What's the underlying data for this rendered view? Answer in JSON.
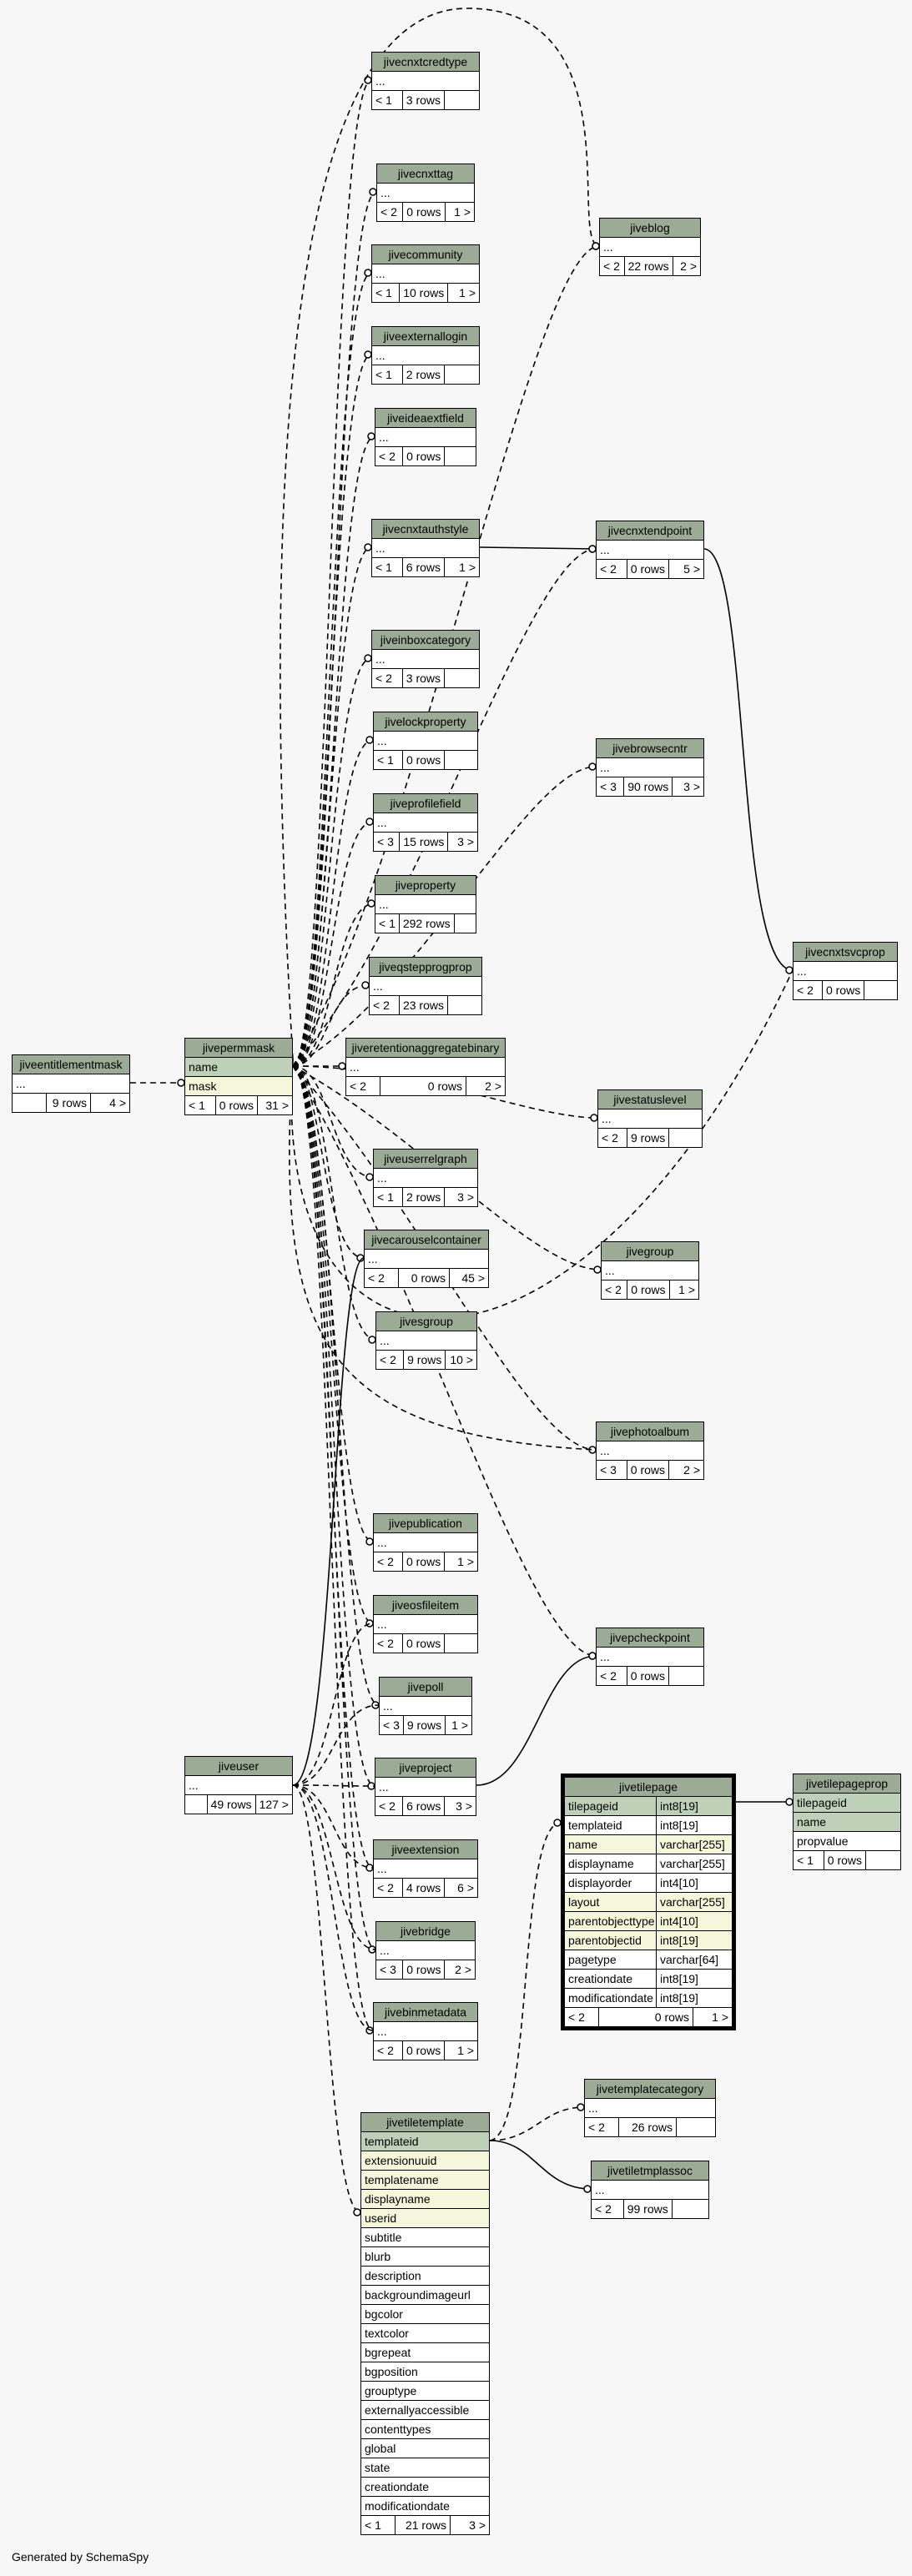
{
  "footer": "Generated by SchemaSpy",
  "tables": [
    {
      "id": "jivecnxtcredtype",
      "title": "jivecnxtcredtype",
      "rows": [
        [
          "..."
        ]
      ],
      "foot": [
        "< 1",
        "3 rows",
        ""
      ]
    },
    {
      "id": "jivecnxttag",
      "title": "jivecnxttag",
      "rows": [
        [
          "..."
        ]
      ],
      "foot": [
        "< 2",
        "0 rows",
        "1 >"
      ]
    },
    {
      "id": "jivecommunity",
      "title": "jivecommunity",
      "rows": [
        [
          "..."
        ]
      ],
      "foot": [
        "< 1",
        "10 rows",
        "1 >"
      ]
    },
    {
      "id": "jiveexternallogin",
      "title": "jiveexternallogin",
      "rows": [
        [
          "..."
        ]
      ],
      "foot": [
        "< 1",
        "2 rows",
        ""
      ]
    },
    {
      "id": "jiveideaextfield",
      "title": "jiveideaextfield",
      "rows": [
        [
          "..."
        ]
      ],
      "foot": [
        "< 2",
        "0 rows",
        ""
      ]
    },
    {
      "id": "jivecnxtauthstyle",
      "title": "jivecnxtauthstyle",
      "rows": [
        [
          "..."
        ]
      ],
      "foot": [
        "< 1",
        "6 rows",
        "1 >"
      ]
    },
    {
      "id": "jiveinboxcategory",
      "title": "jiveinboxcategory",
      "rows": [
        [
          "..."
        ]
      ],
      "foot": [
        "< 2",
        "3 rows",
        ""
      ]
    },
    {
      "id": "jivelockproperty",
      "title": "jivelockproperty",
      "rows": [
        [
          "..."
        ]
      ],
      "foot": [
        "< 1",
        "0 rows",
        ""
      ]
    },
    {
      "id": "jiveprofilefield",
      "title": "jiveprofilefield",
      "rows": [
        [
          "..."
        ]
      ],
      "foot": [
        "< 3",
        "15 rows",
        "3 >"
      ]
    },
    {
      "id": "jiveproperty",
      "title": "jiveproperty",
      "rows": [
        [
          "..."
        ]
      ],
      "foot": [
        "< 1",
        "292 rows",
        ""
      ]
    },
    {
      "id": "jiveqstepprogprop",
      "title": "jiveqstepprogprop",
      "rows": [
        [
          "..."
        ]
      ],
      "foot": [
        "< 2",
        "23 rows",
        ""
      ]
    },
    {
      "id": "jiveretentionaggregatebinary",
      "title": "jiveretentionaggregatebinary",
      "rows": [
        [
          "..."
        ]
      ],
      "foot": [
        "< 2",
        "0 rows",
        "2 >"
      ]
    },
    {
      "id": "jiveuserrelgraph",
      "title": "jiveuserrelgraph",
      "rows": [
        [
          "..."
        ]
      ],
      "foot": [
        "< 1",
        "2 rows",
        "3 >"
      ]
    },
    {
      "id": "jivecarouselcontainer",
      "title": "jivecarouselcontainer",
      "rows": [
        [
          "..."
        ]
      ],
      "foot": [
        "< 2",
        "0 rows",
        "45 >"
      ]
    },
    {
      "id": "jivesgroup",
      "title": "jivesgroup",
      "rows": [
        [
          "..."
        ]
      ],
      "foot": [
        "< 2",
        "9 rows",
        "10 >"
      ]
    },
    {
      "id": "jivepublication",
      "title": "jivepublication",
      "rows": [
        [
          "..."
        ]
      ],
      "foot": [
        "< 2",
        "0 rows",
        "1 >"
      ]
    },
    {
      "id": "jiveosfileitem",
      "title": "jiveosfileitem",
      "rows": [
        [
          "..."
        ]
      ],
      "foot": [
        "< 2",
        "0 rows",
        ""
      ]
    },
    {
      "id": "jivepoll",
      "title": "jivepoll",
      "rows": [
        [
          "..."
        ]
      ],
      "foot": [
        "< 3",
        "9 rows",
        "1 >"
      ]
    },
    {
      "id": "jiveproject",
      "title": "jiveproject",
      "rows": [
        [
          "..."
        ]
      ],
      "foot": [
        "< 2",
        "6 rows",
        "3 >"
      ]
    },
    {
      "id": "jiveextension",
      "title": "jiveextension",
      "rows": [
        [
          "..."
        ]
      ],
      "foot": [
        "< 2",
        "4 rows",
        "6 >"
      ]
    },
    {
      "id": "jivebridge",
      "title": "jivebridge",
      "rows": [
        [
          "..."
        ]
      ],
      "foot": [
        "< 3",
        "0 rows",
        "2 >"
      ]
    },
    {
      "id": "jivebinmetadata",
      "title": "jivebinmetadata",
      "rows": [
        [
          "..."
        ]
      ],
      "foot": [
        "< 2",
        "0 rows",
        "1 >"
      ]
    },
    {
      "id": "jiveblog",
      "title": "jiveblog",
      "rows": [
        [
          "..."
        ]
      ],
      "foot": [
        "< 2",
        "22 rows",
        "2 >"
      ]
    },
    {
      "id": "jivecnxtendpoint",
      "title": "jivecnxtendpoint",
      "rows": [
        [
          "..."
        ]
      ],
      "foot": [
        "< 2",
        "0 rows",
        "5 >"
      ]
    },
    {
      "id": "jivebrowsecntr",
      "title": "jivebrowsecntr",
      "rows": [
        [
          "..."
        ]
      ],
      "foot": [
        "< 3",
        "90 rows",
        "3 >"
      ]
    },
    {
      "id": "jivestatuslevel",
      "title": "jivestatuslevel",
      "rows": [
        [
          "..."
        ]
      ],
      "foot": [
        "< 2",
        "9 rows",
        ""
      ]
    },
    {
      "id": "jivegroup",
      "title": "jivegroup",
      "rows": [
        [
          "..."
        ]
      ],
      "foot": [
        "< 2",
        "0 rows",
        "1 >"
      ]
    },
    {
      "id": "jivephotoalbum",
      "title": "jivephotoalbum",
      "rows": [
        [
          "..."
        ]
      ],
      "foot": [
        "< 3",
        "0 rows",
        "2 >"
      ]
    },
    {
      "id": "jivepcheckpoint",
      "title": "jivepcheckpoint",
      "rows": [
        [
          "..."
        ]
      ],
      "foot": [
        "< 2",
        "0 rows",
        ""
      ]
    },
    {
      "id": "jivecnxtsvcprop",
      "title": "jivecnxtsvcprop",
      "rows": [
        [
          "..."
        ]
      ],
      "foot": [
        "< 2",
        "0 rows",
        ""
      ]
    },
    {
      "id": "jiveentitlementmask",
      "title": "jiveentitlementmask",
      "rows": [
        [
          "..."
        ]
      ],
      "foot": [
        "",
        "9 rows",
        "4 >"
      ]
    },
    {
      "id": "jivepermmask",
      "title": "jivepermmask",
      "rows": [
        [
          "name",
          "",
          "pk"
        ],
        [
          "mask",
          "",
          "idx"
        ]
      ],
      "foot": [
        "< 1",
        "0 rows",
        "31 >"
      ]
    },
    {
      "id": "jiveuser",
      "title": "jiveuser",
      "rows": [
        [
          "..."
        ]
      ],
      "foot": [
        "",
        "49 rows",
        "127 >"
      ]
    },
    {
      "id": "jivetilepage",
      "title": "jivetilepage",
      "bold": true,
      "rows": [
        [
          "tilepageid",
          "int8[19]",
          "pk"
        ],
        [
          "templateid",
          "int8[19]",
          ""
        ],
        [
          "name",
          "varchar[255]",
          "idx"
        ],
        [
          "displayname",
          "varchar[255]",
          ""
        ],
        [
          "displayorder",
          "int4[10]",
          ""
        ],
        [
          "layout",
          "varchar[255]",
          "idx"
        ],
        [
          "parentobjecttype",
          "int4[10]",
          "idx"
        ],
        [
          "parentobjectid",
          "int8[19]",
          "idx"
        ],
        [
          "pagetype",
          "varchar[64]",
          ""
        ],
        [
          "creationdate",
          "int8[19]",
          ""
        ],
        [
          "modificationdate",
          "int8[19]",
          ""
        ]
      ],
      "foot": [
        "< 2",
        "0 rows",
        "1 >"
      ]
    },
    {
      "id": "jivetilepageprop",
      "title": "jivetilepageprop",
      "rows": [
        [
          "tilepageid",
          "",
          "pk"
        ],
        [
          "name",
          "",
          "pk"
        ],
        [
          "propvalue",
          "",
          ""
        ]
      ],
      "foot": [
        "< 1",
        "0 rows",
        ""
      ]
    },
    {
      "id": "jivetemplatecategory",
      "title": "jivetemplatecategory",
      "rows": [
        [
          "..."
        ]
      ],
      "foot": [
        "< 2",
        "26 rows",
        ""
      ]
    },
    {
      "id": "jivetiletmplassoc",
      "title": "jivetiletmplassoc",
      "rows": [
        [
          "..."
        ]
      ],
      "foot": [
        "< 2",
        "99 rows",
        ""
      ]
    },
    {
      "id": "jivetiletemplate",
      "title": "jivetiletemplate",
      "rows": [
        [
          "templateid",
          "",
          "pk"
        ],
        [
          "extensionuuid",
          "",
          "idx"
        ],
        [
          "templatename",
          "",
          "idx"
        ],
        [
          "displayname",
          "",
          "idx"
        ],
        [
          "userid",
          "",
          "idx"
        ],
        [
          "subtitle",
          "",
          ""
        ],
        [
          "blurb",
          "",
          ""
        ],
        [
          "description",
          "",
          ""
        ],
        [
          "backgroundimageurl",
          "",
          ""
        ],
        [
          "bgcolor",
          "",
          ""
        ],
        [
          "textcolor",
          "",
          ""
        ],
        [
          "bgrepeat",
          "",
          ""
        ],
        [
          "bgposition",
          "",
          ""
        ],
        [
          "grouptype",
          "",
          ""
        ],
        [
          "externallyaccessible",
          "",
          ""
        ],
        [
          "contenttypes",
          "",
          ""
        ],
        [
          "global",
          "",
          ""
        ],
        [
          "state",
          "",
          ""
        ],
        [
          "creationdate",
          "",
          ""
        ],
        [
          "modificationdate",
          "",
          ""
        ]
      ],
      "foot": [
        "< 1",
        "21 rows",
        "3 >"
      ]
    }
  ]
}
